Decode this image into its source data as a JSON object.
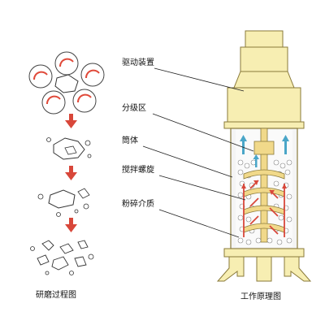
{
  "labels": {
    "drive": "驱动装置",
    "classify": "分级区",
    "cylinder": "筒体",
    "screw": "搅拌螺旋",
    "media": "粉碎介质"
  },
  "captions": {
    "left": "研磨过程图",
    "right": "工作原理图"
  },
  "colors": {
    "machine_fill": "#f7eeb2",
    "machine_stroke": "#8a7a3a",
    "arrow_red": "#d8473a",
    "flow_blue": "#4aa6c8",
    "ball_red": "#e04a3a",
    "particle": "#3d3d3d",
    "text": "#111111"
  }
}
